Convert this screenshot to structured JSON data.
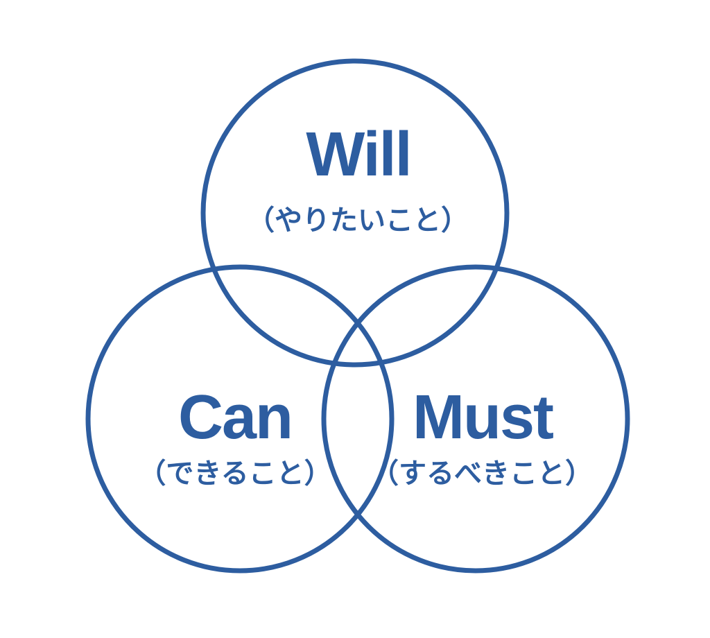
{
  "diagram": {
    "type": "venn",
    "colors": {
      "stroke": "#2d5da0",
      "text": "#2d5da0",
      "background": "#ffffff"
    },
    "circles": [
      {
        "id": "will",
        "label": "Will",
        "sublabel": "（やりたいこと）"
      },
      {
        "id": "can",
        "label": "Can",
        "sublabel": "（できること）"
      },
      {
        "id": "must",
        "label": "Must",
        "sublabel": "（するべきこと）"
      }
    ]
  }
}
